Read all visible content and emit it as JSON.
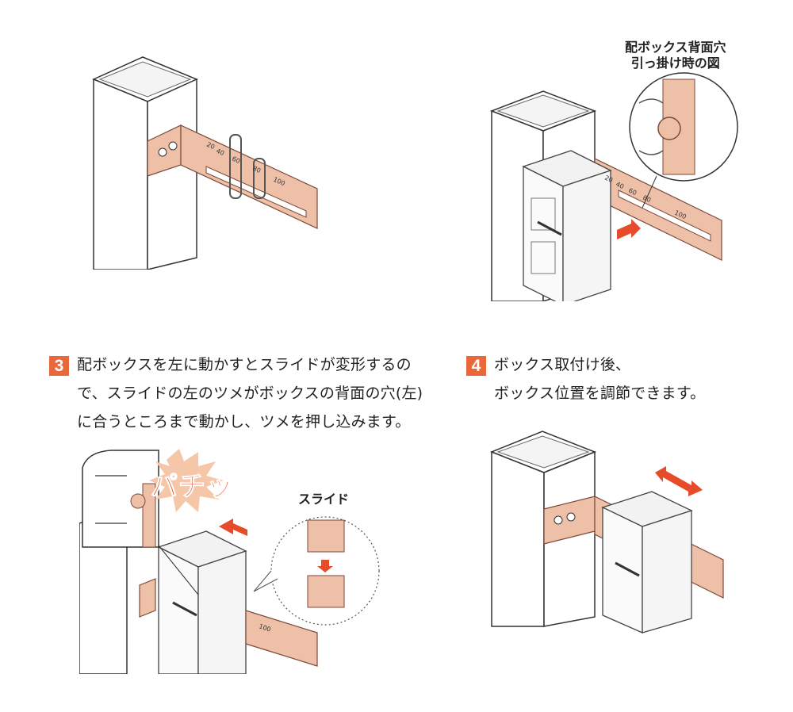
{
  "panels": {
    "top_right": {
      "callout_line1": "配ボックス背面穴",
      "callout_line2": "引っ掛け時の図",
      "scale": [
        "20",
        "40",
        "60",
        "80",
        "100"
      ]
    },
    "top_left": {
      "scale": [
        "20",
        "40",
        "60",
        "80",
        "100"
      ]
    },
    "bottom_left": {
      "bang_text": "パチッ",
      "slide_label": "スライド",
      "scale": [
        "100"
      ]
    }
  },
  "steps": {
    "step3": {
      "number": "3",
      "line1": "配ボックスを左に動かすとスライドが変形するの",
      "line2": "で、スライドの左のツメがボックスの背面の穴(左)",
      "line3": "に合うところまで動かし、ツメを押し込みます。"
    },
    "step4": {
      "number": "4",
      "line1": "ボックス取付け後、",
      "line2": "ボックス位置を調節できます。"
    }
  },
  "colors": {
    "plate": "#eec0a8",
    "plate_stroke": "#7a4a38",
    "accent": "#e64b2a",
    "badge": "#e8683a"
  }
}
